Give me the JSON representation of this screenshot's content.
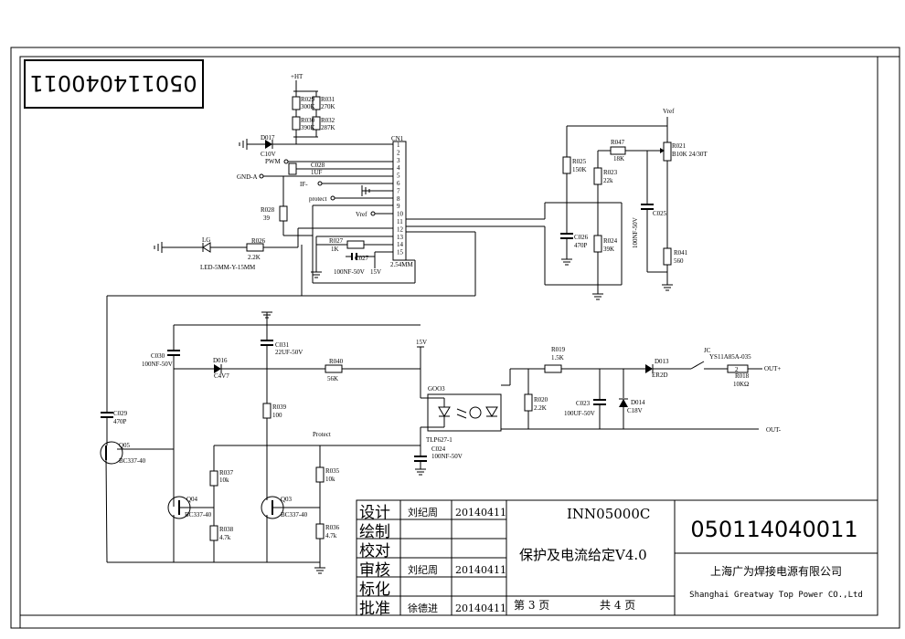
{
  "drawing": {
    "number_mirrored": "050114040011",
    "number": "050114040011",
    "product": "INN05000C",
    "title": "保护及电流给定V4.0",
    "company_cn": "上海广为焊接电源有限公司",
    "company_en": "Shanghai Greatway Top Power CO.,Ltd",
    "sheet_text": "第 3 页",
    "total_text": "共 4 页"
  },
  "title_block": {
    "rows": [
      {
        "role": "设计",
        "person": "刘纪周",
        "date": "20140411"
      },
      {
        "role": "绘制",
        "person": "",
        "date": ""
      },
      {
        "role": "校对",
        "person": "",
        "date": ""
      },
      {
        "role": "审核",
        "person": "刘纪周",
        "date": "20140411"
      },
      {
        "role": "标化",
        "person": "",
        "date": ""
      },
      {
        "role": "批准",
        "person": "徐德进",
        "date": "20140411"
      }
    ]
  },
  "nets": {
    "ht": "+HT",
    "vref1": "Vref",
    "vref2": "Vref",
    "v15": "15V",
    "gnd_a": "GND-A",
    "pwm": "PWM",
    "if": "IF-",
    "protect_conn": "protect",
    "protect_net": "Protect",
    "out_plus": "OUT+",
    "out_minus": "OUT-"
  },
  "connector": {
    "ref": "CN1",
    "pitch": "2.54MM",
    "pins": [
      "1",
      "2",
      "3",
      "4",
      "5",
      "6",
      "7",
      "8",
      "9",
      "10",
      "11",
      "12",
      "13",
      "14",
      "15"
    ]
  },
  "components": {
    "R029": [
      "R029",
      "300K"
    ],
    "R031": [
      "R031",
      "270K"
    ],
    "R030": [
      "R030",
      "390K"
    ],
    "R032": [
      "R032",
      "287K"
    ],
    "D017": [
      "D017",
      "C10V"
    ],
    "C028": [
      "C028",
      "1UF"
    ],
    "R028": [
      "R028",
      "39"
    ],
    "R026": [
      "R026",
      "2.2K"
    ],
    "LG": [
      "LG",
      "LED-5MM-Y-15MM"
    ],
    "R027": [
      "R027",
      "1K"
    ],
    "C027": [
      "C027",
      "100NF-50V"
    ],
    "v15_small": "15V",
    "R025": [
      "R025",
      "150K"
    ],
    "R023": [
      "R023",
      "22k"
    ],
    "R047": [
      "R047",
      "18K"
    ],
    "R021": [
      "R021",
      "B10K 24/30T"
    ],
    "C026": [
      "C026",
      "470P"
    ],
    "R024": [
      "R024",
      "39K"
    ],
    "C025": [
      "C025",
      "100NF-50V"
    ],
    "R041": [
      "R041",
      "560"
    ],
    "C030": [
      "C030",
      "100NF-50V"
    ],
    "C031": [
      "C031",
      "22UF-50V"
    ],
    "D016": [
      "D016",
      "C4V7"
    ],
    "R040": [
      "R040",
      "56K"
    ],
    "R039": [
      "R039",
      "100"
    ],
    "C029": [
      "C029",
      "470P"
    ],
    "Q05": [
      "Q05",
      "BC337-40"
    ],
    "R037": [
      "R037",
      "10k"
    ],
    "R038": [
      "R038",
      "4.7k"
    ],
    "Q04": [
      "Q04",
      "BC337-40"
    ],
    "Q03": [
      "Q03",
      "BC337-40"
    ],
    "R035": [
      "R035",
      "10k"
    ],
    "R036": [
      "R036",
      "4.7k"
    ],
    "G003": [
      "GOO3",
      "TLP627-1"
    ],
    "C024": [
      "C024",
      "100NF-50V"
    ],
    "R019": [
      "R019",
      "1.5K"
    ],
    "R020": [
      "R020",
      "2.2K"
    ],
    "C023": [
      "C023",
      "100UF-50V"
    ],
    "D014": [
      "D014",
      "C18V"
    ],
    "D013": [
      "D013",
      "ER2D"
    ],
    "JC": [
      "JC",
      "YS11A85A-035"
    ],
    "R018": [
      "R018",
      "10KΩ"
    ],
    "R018_pin": "2"
  }
}
